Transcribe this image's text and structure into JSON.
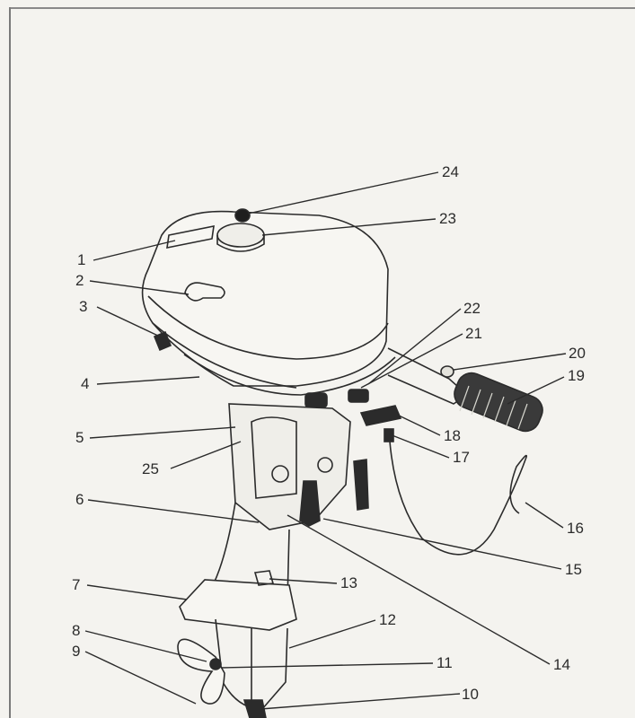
{
  "diagram": {
    "callouts": [
      {
        "id": "1",
        "label": "1"
      },
      {
        "id": "2",
        "label": "2"
      },
      {
        "id": "3",
        "label": "3"
      },
      {
        "id": "4",
        "label": "4"
      },
      {
        "id": "5",
        "label": "5"
      },
      {
        "id": "6",
        "label": "6"
      },
      {
        "id": "7",
        "label": "7"
      },
      {
        "id": "8",
        "label": "8"
      },
      {
        "id": "9",
        "label": "9"
      },
      {
        "id": "10",
        "label": "10"
      },
      {
        "id": "11",
        "label": "11"
      },
      {
        "id": "12",
        "label": "12"
      },
      {
        "id": "13",
        "label": "13"
      },
      {
        "id": "14",
        "label": "14"
      },
      {
        "id": "15",
        "label": "15"
      },
      {
        "id": "16",
        "label": "16"
      },
      {
        "id": "17",
        "label": "17"
      },
      {
        "id": "18",
        "label": "18"
      },
      {
        "id": "19",
        "label": "19"
      },
      {
        "id": "20",
        "label": "20"
      },
      {
        "id": "21",
        "label": "21"
      },
      {
        "id": "22",
        "label": "22"
      },
      {
        "id": "23",
        "label": "23"
      },
      {
        "id": "24",
        "label": "24"
      },
      {
        "id": "25",
        "label": "25"
      }
    ],
    "colors": {
      "paper": "#f4f3ef",
      "ink": "#2b2b2b",
      "grip": "#3a3a3a"
    }
  }
}
